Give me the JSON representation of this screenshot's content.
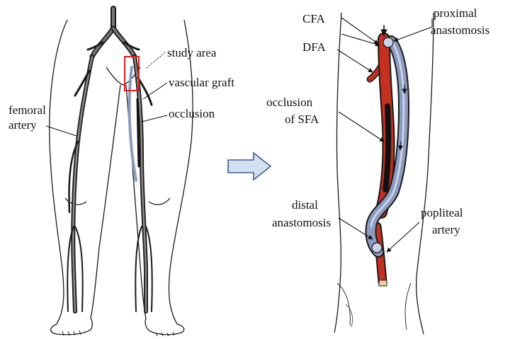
{
  "left_figure": {
    "labels": {
      "study_area": "study area",
      "vascular_graft": "vascular graft",
      "occlusion": "occlusion",
      "femoral": "femoral",
      "artery": "artery"
    }
  },
  "right_figure": {
    "labels": {
      "cfa": "CFA",
      "dfa": "DFA",
      "proximal": "proximal",
      "anastomosis_top": "anastomosis",
      "occlusion": "occlusion",
      "of_sfa": "of SFA",
      "distal": "distal",
      "anastomosis_bottom": "anastomosis",
      "popliteal": "popliteal",
      "artery": "artery"
    }
  },
  "colors": {
    "artery_red": "#c4301f",
    "graft_blue": "#8d9bc0",
    "outline": "#1a1a1a",
    "highlight_box": "#e02020",
    "arrow_fill": "#d4dff0",
    "arrow_stroke": "#3e5e8e"
  }
}
